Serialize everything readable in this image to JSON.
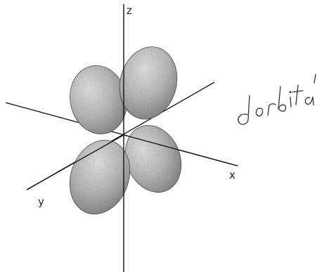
{
  "diagram": {
    "axes": {
      "z_label": "z",
      "x_label": "x",
      "y_label": "y"
    },
    "annotation": "d orbital",
    "colors": {
      "ink": "#111111",
      "lobe_light": "#f6f6f6",
      "lobe_mid": "#c9c9c9",
      "lobe_dark": "#8f8f8f",
      "handwriting": "#333333"
    }
  }
}
